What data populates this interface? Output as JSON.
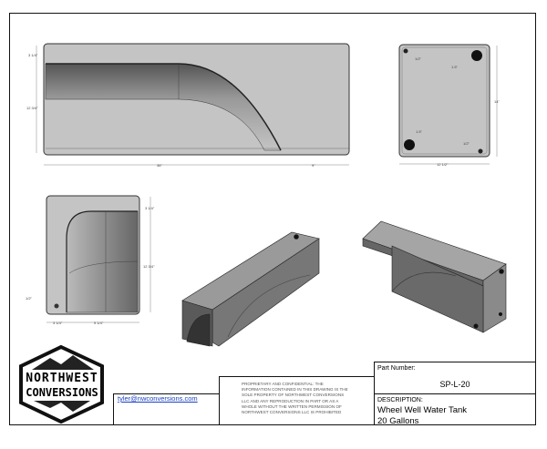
{
  "drawing": {
    "top_view": {
      "dims": [
        "3 1/4\"",
        "12 3/4\"",
        "36\"",
        "9\""
      ]
    },
    "end_view": {
      "dims": [
        "1/2\"",
        "1.5\"",
        "1.5\"",
        "1/2\"",
        "14\"",
        "12 1/2\""
      ]
    },
    "side_view": {
      "dims": [
        "3 1/4\"",
        "12 3/4\"",
        "1/2\"",
        "3 1/4\"",
        "9 1/4\""
      ]
    }
  },
  "title_block": {
    "logo_text": [
      "NORTHWEST",
      "CONVERSIONS"
    ],
    "email": "tyler@nwconversions.com",
    "confidential": "PROPRIETARY AND CONFIDENTIAL: THE INFORMATION CONTAINED IN THIS DRAWING IS THE SOLE PROPERTY OF NORTHWEST CONVERSIONS LLC AND ANY REPRODUCTION IN PART OR AS A WHOLE WITHOUT THE WRITTEN PERMISSION OF NORTHWEST CONVERSIONS LLC IS PROHIBITED",
    "part_number_label": "Part Number:",
    "part_number": "SP-L-20",
    "description_label": "DESCRIPTION:",
    "description_line1": "Wheel Well Water Tank",
    "description_line2": "20 Gallons"
  },
  "colors": {
    "body": "#c4c4c4",
    "link": "#1a3fc4"
  }
}
